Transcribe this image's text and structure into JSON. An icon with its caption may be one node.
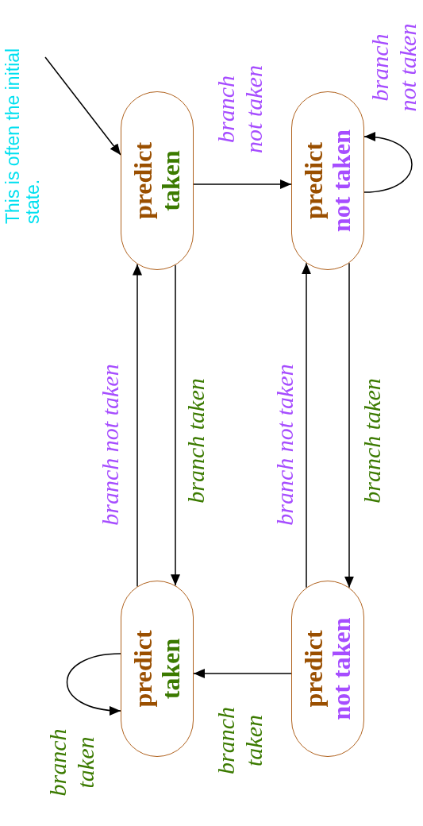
{
  "diagram": {
    "nodes": [
      {
        "text": [
          "This is often the initial state."
        ]
      },
      {
        "text": [
          "predict",
          "taken"
        ]
      },
      {
        "text": [
          "predict",
          "not taken"
        ]
      },
      {
        "text": [
          "predict",
          "taken"
        ]
      },
      {
        "text": [
          "predict",
          "not taken"
        ]
      }
    ],
    "edges": [
      {
        "from": 0,
        "to": 1,
        "arrow": "to"
      },
      {
        "from": 1,
        "to": 2,
        "arrow": "to",
        "label": "branch not taken"
      },
      {
        "from": 2,
        "to": 2,
        "arrow": "to",
        "label": "branch not taken"
      },
      {
        "from": 1,
        "to": 3,
        "arrow": "to",
        "label": "branch taken"
      },
      {
        "from": 3,
        "to": 1,
        "arrow": "to",
        "label": "branch not taken"
      },
      {
        "from": 2,
        "to": 4,
        "arrow": "to",
        "label": "branch taken"
      },
      {
        "from": 4,
        "to": 2,
        "arrow": "to",
        "label": "branch not taken"
      },
      {
        "from": 4,
        "to": 3,
        "arrow": "to",
        "label": "branch taken"
      },
      {
        "from": 3,
        "to": 3,
        "arrow": "to",
        "label": "branch taken"
      }
    ]
  }
}
